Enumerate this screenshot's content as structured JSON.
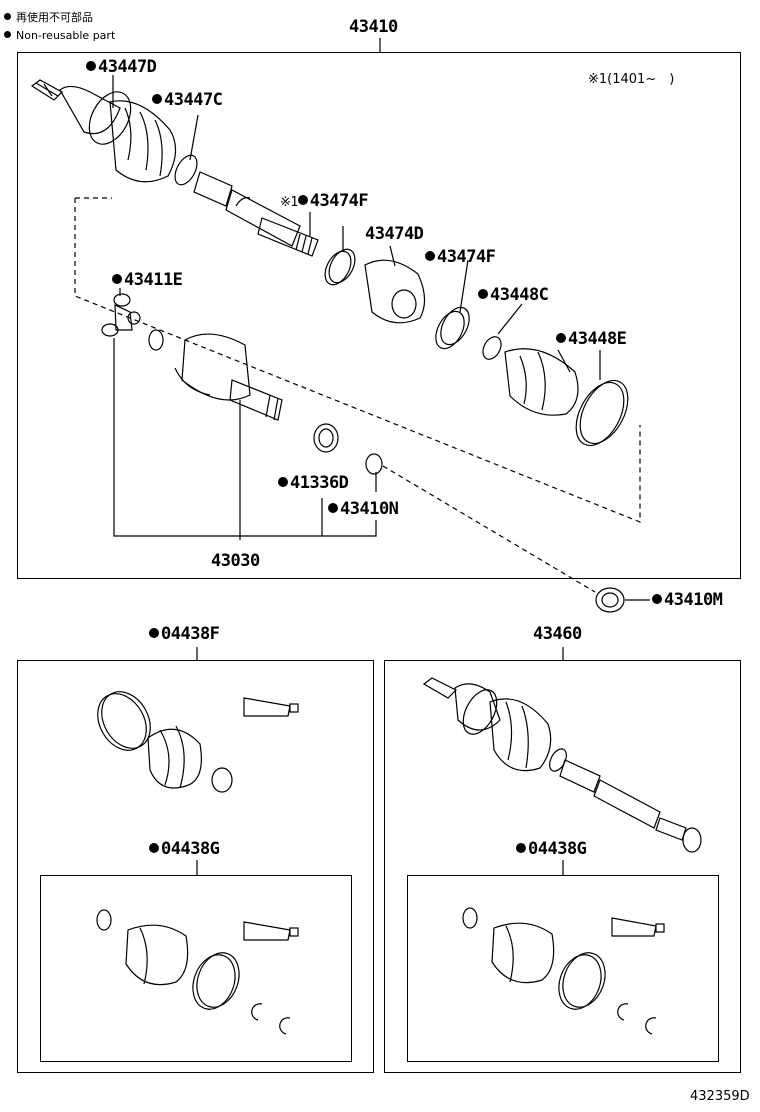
{
  "legend": {
    "line1": "再使用不可部品",
    "line2": "Non-reusable part"
  },
  "labels": {
    "p43410": "43410",
    "p43447D": "43447D",
    "p43447C": "43447C",
    "note1": "※1(1401~　)",
    "p43474F_top_prefix": "※1",
    "p43474F_top": "43474F",
    "p43474D": "43474D",
    "p43474F": "43474F",
    "p43448C": "43448C",
    "p43411E": "43411E",
    "p43448E": "43448E",
    "p41336D": "41336D",
    "p43410N": "43410N",
    "p43030": "43030",
    "p43410M": "43410M",
    "p04438F": "04438F",
    "p43460": "43460",
    "p04438G_left": "04438G",
    "p04438G_right": "04438G",
    "diagram_ref": "432359D"
  }
}
